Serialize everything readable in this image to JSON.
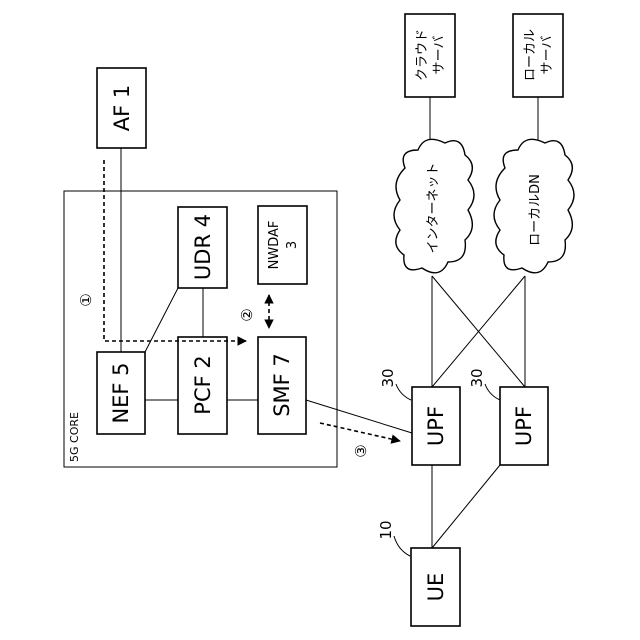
{
  "nodes": {
    "af": "AF 1",
    "udr": "UDR 4",
    "nwdaf_name": "NWDAF",
    "nwdaf_num": "3",
    "nef": "NEF 5",
    "pcf": "PCF 2",
    "smf": "SMF 7",
    "upf1": "UPF",
    "upf2": "UPF",
    "ue": "UE",
    "cloud_server_l1": "クラウド",
    "cloud_server_l2": "サーバ",
    "local_server_l1": "ローカル",
    "local_server_l2": "サーバ",
    "internet": "インターネット",
    "local_dn": "ローカルDN"
  },
  "labels": {
    "core": "5G CORE",
    "ref_upf1": "30",
    "ref_upf2": "30",
    "ref_ue": "10",
    "step1": "①",
    "step2": "②",
    "step3": "③"
  }
}
